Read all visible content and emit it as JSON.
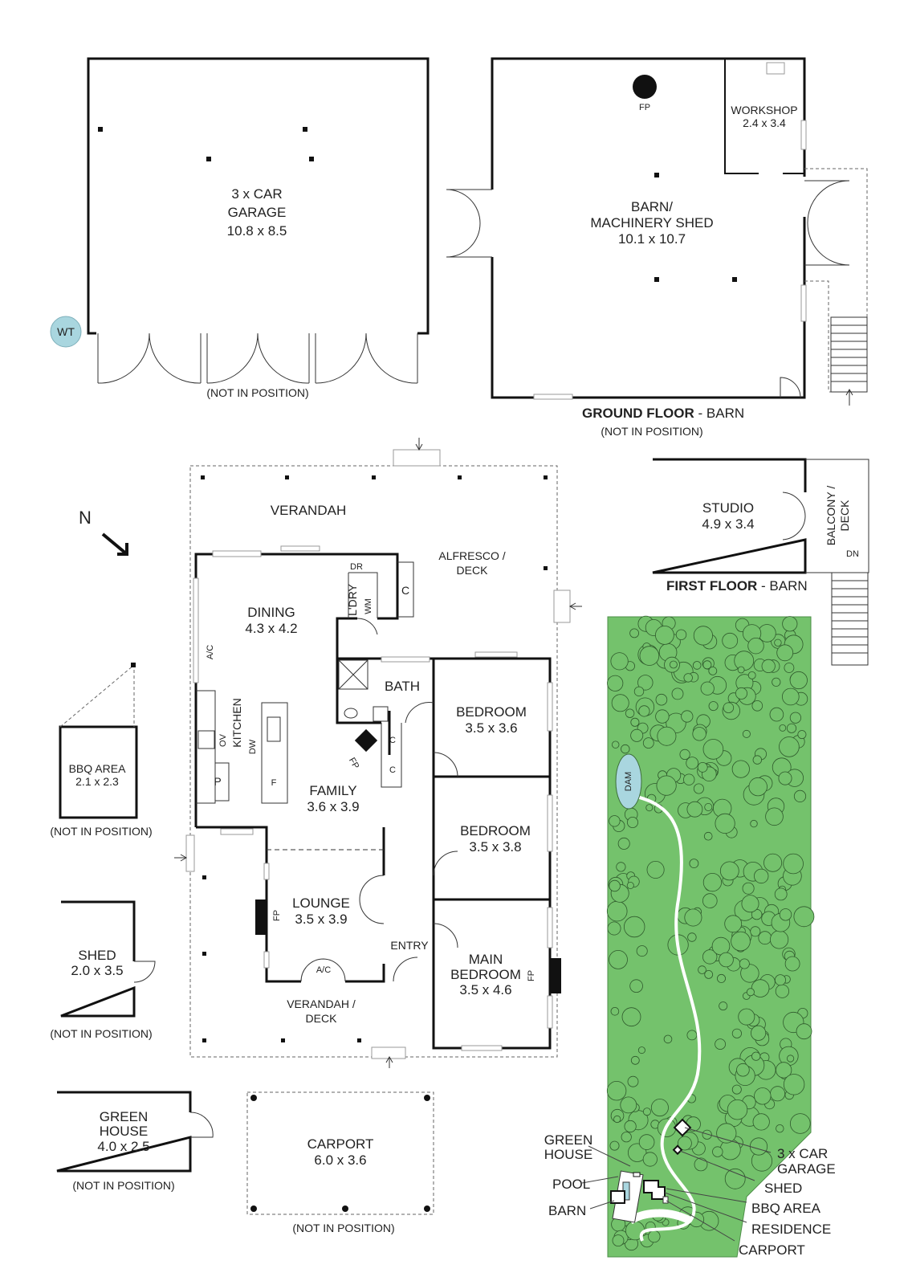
{
  "compass": {
    "label": "N"
  },
  "garage": {
    "line1": "3 x CAR",
    "line2": "GARAGE",
    "dims": "10.8 x 8.5",
    "note": "(NOT IN POSITION)",
    "wt": "WT"
  },
  "barn": {
    "fp": "FP",
    "workshop": "WORKSHOP",
    "workshop_dims": "2.4 x 3.4",
    "line1": "BARN/",
    "line2": "MACHINERY SHED",
    "dims": "10.1 x 10.7",
    "floor_bold": "GROUND FLOOR",
    "floor_rest": " - BARN",
    "note": "(NOT IN POSITION)"
  },
  "studio": {
    "name": "STUDIO",
    "dims": "4.9 x 3.4",
    "balcony1": "BALCONY /",
    "balcony2": "DECK",
    "dn": "DN",
    "floor_bold": "FIRST FLOOR",
    "floor_rest": " - BARN"
  },
  "house": {
    "verandah": "VERANDAH",
    "alfresco1": "ALFRESCO /",
    "alfresco2": "DECK",
    "dining": "DINING",
    "dining_dims": "4.3 x 4.2",
    "ac": "A/C",
    "laundry": "L'DRY",
    "dr": "DR",
    "wm": "WM",
    "c": "C",
    "bath": "BATH",
    "kitchen": "KITCHEN",
    "ov": "OV",
    "dw": "DW",
    "p": "P",
    "f": "F",
    "fp": "FP",
    "bedroom1": "BEDROOM",
    "bedroom1_dims": "3.5 x 3.6",
    "family": "FAMILY",
    "family_dims": "3.6 x 3.9",
    "bedroom2": "BEDROOM",
    "bedroom2_dims": "3.5 x 3.8",
    "lounge": "LOUNGE",
    "lounge_dims": "3.5 x 3.9",
    "entry": "ENTRY",
    "main1": "MAIN",
    "main2": "BEDROOM",
    "main_dims": "3.5 x 4.6",
    "verandah2_1": "VERANDAH /",
    "verandah2_2": "DECK"
  },
  "bbq": {
    "name": "BBQ AREA",
    "dims": "2.1 x 2.3",
    "note": "(NOT IN POSITION)"
  },
  "shed": {
    "name": "SHED",
    "dims": "2.0 x 3.5",
    "note": "(NOT IN POSITION)"
  },
  "greenhouse": {
    "line1": "GREEN",
    "line2": "HOUSE",
    "dims": "4.0 x 2.5",
    "note": "(NOT IN POSITION)"
  },
  "carport": {
    "name": "CARPORT",
    "dims": "6.0 x 3.6",
    "note": "(NOT IN POSITION)"
  },
  "site": {
    "dam": "DAM",
    "labels": {
      "greenhouse1": "GREEN",
      "greenhouse2": "HOUSE",
      "pool": "POOL",
      "barn": "BARN",
      "garage1": "3 x CAR",
      "garage2": "GARAGE",
      "shed": "SHED",
      "bbq": "BBQ AREA",
      "residence": "RESIDENCE",
      "carport": "CARPORT"
    },
    "colors": {
      "grass": "#74c26c",
      "dam": "#a9d6df"
    }
  }
}
